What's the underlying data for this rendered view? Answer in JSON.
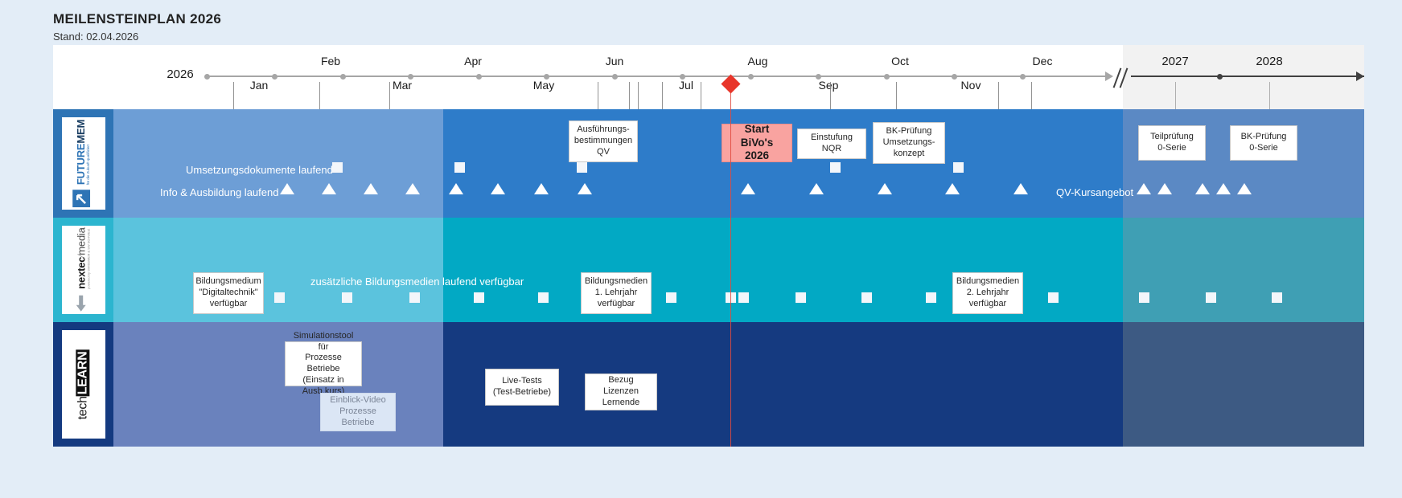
{
  "header": {
    "title": "MEILENSTEINPLAN 2026",
    "subtitle": "Stand: 02.04.2026"
  },
  "axis": {
    "year_start": "2026",
    "future_years": [
      "2027",
      "2028"
    ],
    "months_top": [
      "Feb",
      "Apr",
      "Jun",
      "Aug",
      "Oct",
      "Dec"
    ],
    "months_bottom": [
      "Jan",
      "Mar",
      "May",
      "Jul",
      "Sep",
      "Nov"
    ],
    "today_marker": "02.04.2026"
  },
  "lanes": [
    {
      "id": "futuremem",
      "logo": {
        "name": "FUTURE",
        "name_bold": "MEM",
        "tagline": "für die Zukunft qualifiziert"
      },
      "labels": [
        {
          "text": "Umsetzungsdokumente laufend"
        },
        {
          "text": "Info & Ausbildung laufend"
        },
        {
          "text": "QV-Kursangebot"
        }
      ],
      "boxes": [
        {
          "text": "Ausführungs-\nbestimmungen\nQV",
          "accent": false
        },
        {
          "text": "Start\nBiVo's 2026",
          "accent": true
        },
        {
          "text": "Einstufung NQR",
          "accent": false
        },
        {
          "text": "BK-Prüfung\nUmsetzungs-\nkonzept",
          "accent": false
        },
        {
          "text": "Teilprüfung\n0-Serie",
          "accent": false
        },
        {
          "text": "BK-Prüfung\n0-Serie",
          "accent": false
        }
      ]
    },
    {
      "id": "nextec-media",
      "logo": {
        "name": "nextec",
        "name2": "media",
        "tagline": "powered by SWISSMEM & SW SCHWEIZ"
      },
      "labels": [
        {
          "text": "zusätzliche Bildungsmedien laufend verfügbar"
        }
      ],
      "boxes": [
        {
          "text": "Bildungsmedium\n\"Digitaltechnik\"\nverfügbar",
          "accent": false
        },
        {
          "text": "Bildungsmedien\n1. Lehrjahr\nverfügbar",
          "accent": false
        },
        {
          "text": "Bildungsmedien\n2. Lehrjahr\nverfügbar",
          "accent": false
        }
      ]
    },
    {
      "id": "techlearn",
      "logo": {
        "name": "tech",
        "name_bold": "LEARN"
      },
      "labels": [],
      "boxes": [
        {
          "text": "Simulationstool für\nProzesse Betriebe\n(Einsatz in Ausb.kurs)",
          "accent": false
        },
        {
          "text": "Einblick-Video\nProzesse Betriebe",
          "ghost": true
        },
        {
          "text": "Live-Tests\n(Test-Betriebe)",
          "accent": false
        },
        {
          "text": "Bezug Lizenzen\nLernende",
          "accent": false
        }
      ]
    }
  ],
  "colors": {
    "page_background": "#e3edf7",
    "lane1_logo": "#2e74b5",
    "lane1_past": "#6d9ed6",
    "lane1_now": "#2e7cc9",
    "lane1_future": "#5b89c4",
    "lane2_logo": "#2cb5cf",
    "lane2_past": "#5bc3dd",
    "lane2_now": "#02a9c4",
    "lane2_future": "#3f9fb4",
    "lane3_logo": "#143a80",
    "lane3_past": "#6a82bd",
    "lane3_now": "#153a80",
    "lane3_future": "#3d5a83",
    "accent_box": "#f9a3a0",
    "today_marker": "#e8352a"
  }
}
